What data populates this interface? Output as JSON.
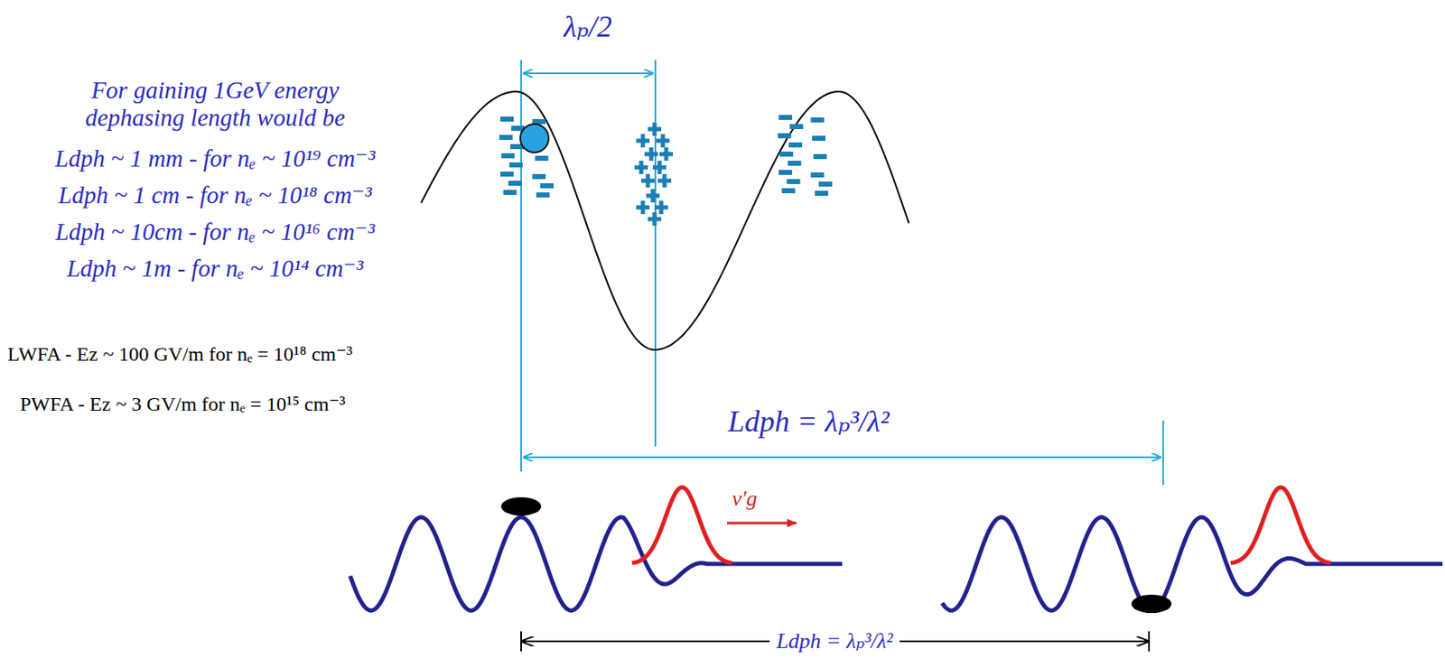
{
  "diagram": {
    "labels": [
      "λₚ/2",
      "For gaining 1GeV energy dephasing length would be",
      "Ldph ~ 1 mm - for nₑ ~ 10¹⁹ cm⁻³",
      "Ldph ~ 1 cm - for nₑ ~ 10¹⁸ cm⁻³",
      "Ldph ~ 10cm - for nₑ ~ 10¹⁶ cm⁻³",
      "Ldph ~ 1m - for nₑ ~ 10¹⁴ cm⁻³",
      "LWFA - Ez ~ 100 GV/m for nₑ = 10¹⁸ cm⁻³",
      "PWFA - Ez ~ 3 GV/m for nₑ = 10¹⁵ cm⁻³",
      "Ldph = λₚ³/λ²",
      "v'g",
      "Ldph = λₚ³/λ²"
    ]
  }
}
